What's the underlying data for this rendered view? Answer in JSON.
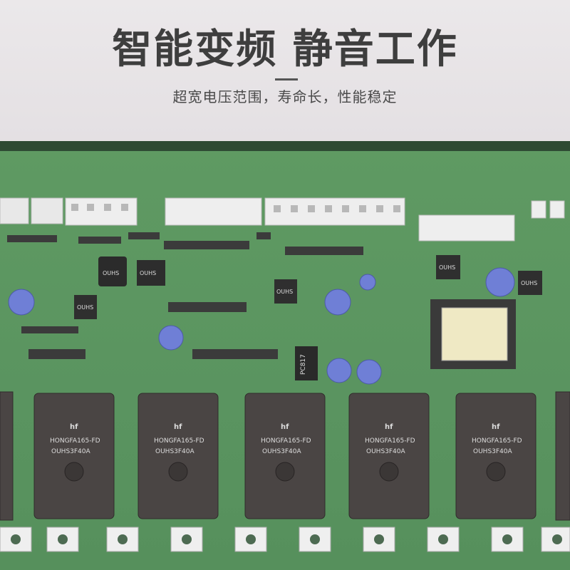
{
  "header": {
    "title": "智能变频 静音工作",
    "subtitle": "超宽电压范围，寿命长，性能稳定"
  },
  "board": {
    "relay_label_line1": "HONGFA165-FD",
    "relay_label_line2": "OUHS3F40A",
    "relay_logo": "hf",
    "optocoupler_label": "PC817",
    "chip_label": "OUHS",
    "colors": {
      "pcb": "#5a9460",
      "relay": "#4a4544",
      "capacitor": "#6f7fd6",
      "connector": "#e8e8e8"
    }
  }
}
